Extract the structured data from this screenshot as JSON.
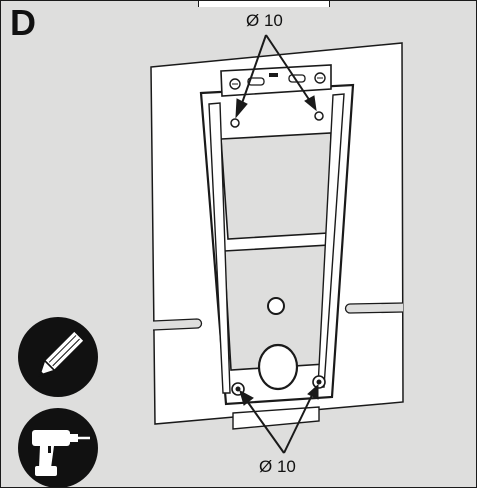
{
  "step": {
    "letter": "D"
  },
  "dimensions": {
    "top_label": "Ø 10",
    "bottom_label": "Ø 10"
  },
  "icons": {
    "marking": "pencil-icon",
    "drilling": "drill-icon"
  },
  "colors": {
    "background": "#dededd",
    "line": "#1a1a1a",
    "badge": "#111111"
  }
}
